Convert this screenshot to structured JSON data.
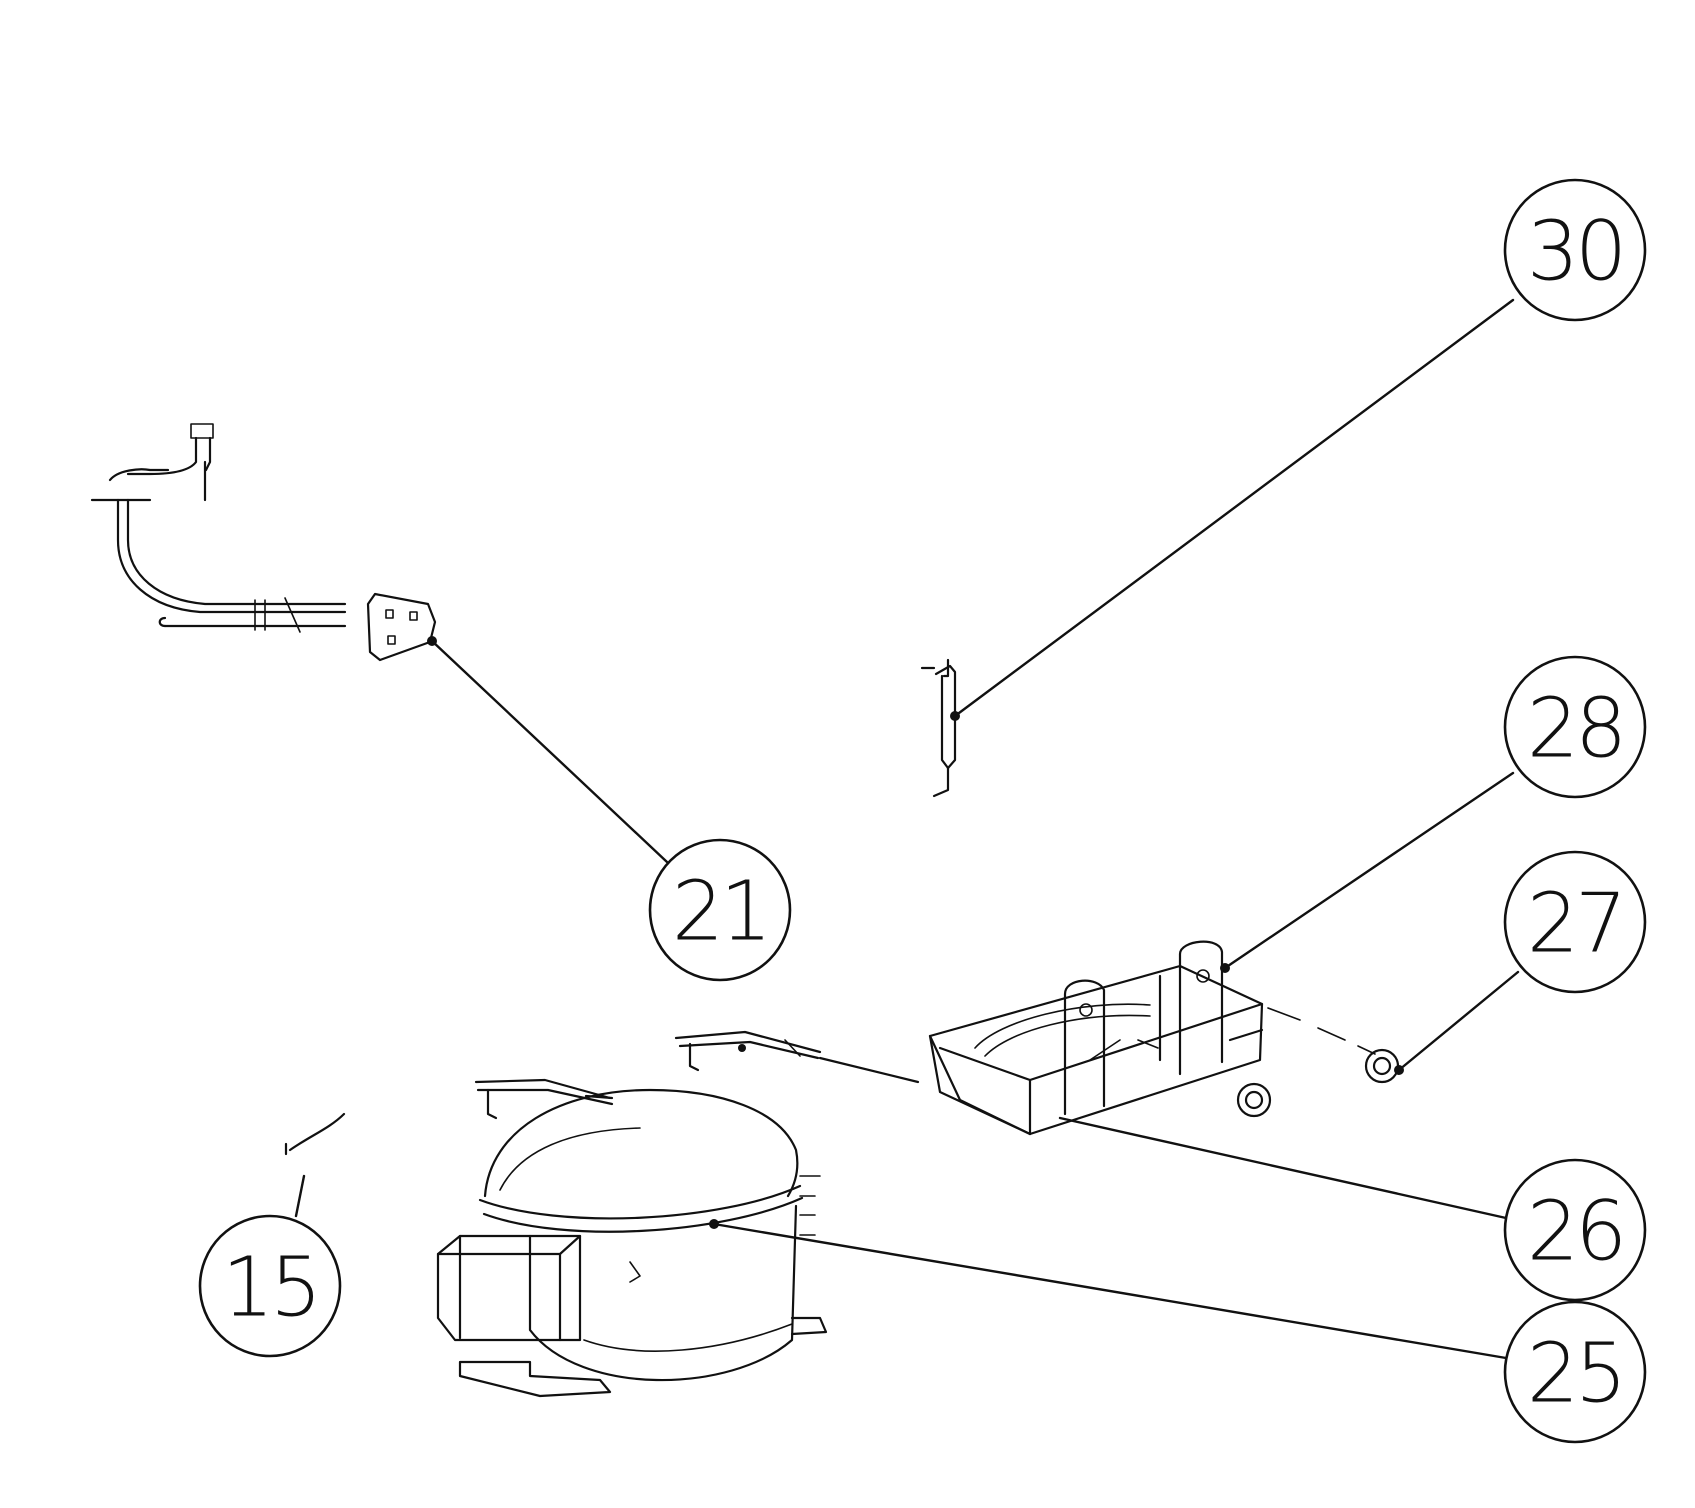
{
  "callouts": [
    {
      "id": "30",
      "label": "30"
    },
    {
      "id": "28",
      "label": "28"
    },
    {
      "id": "27",
      "label": "27"
    },
    {
      "id": "21",
      "label": "21"
    },
    {
      "id": "26",
      "label": "26"
    },
    {
      "id": "15",
      "label": "15"
    },
    {
      "id": "25",
      "label": "25"
    }
  ],
  "parts": [
    {
      "callout": "30",
      "icon": "drier-filter-icon"
    },
    {
      "callout": "21",
      "icon": "power-cord-icon"
    },
    {
      "callout": "28",
      "icon": "mounting-bracket-icon"
    },
    {
      "callout": "27",
      "icon": "grommet-icon"
    },
    {
      "callout": "26",
      "icon": "base-plate-icon"
    },
    {
      "callout": "25",
      "icon": "compressor-icon"
    },
    {
      "callout": "15",
      "icon": "clip-icon"
    }
  ]
}
